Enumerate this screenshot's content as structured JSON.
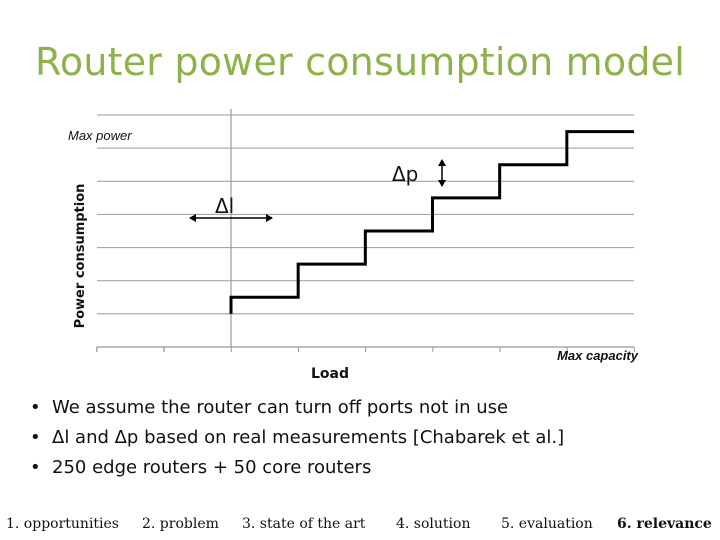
{
  "slide": {
    "title": "Router power consumption model"
  },
  "chart_data": {
    "type": "line",
    "title": "",
    "xlabel": "Load",
    "ylabel": "Power consumption",
    "y_max_label": "Max power",
    "x_max_label": "Max capacity",
    "grid": true,
    "step_series": {
      "steps": 6,
      "first_level": 1.5,
      "level_step": 1,
      "max_level": 6.5,
      "start_baseline": 1
    },
    "annotations": {
      "delta_l": "Δl",
      "delta_p": "Δp"
    }
  },
  "bullets": [
    "We assume the router can turn off ports not in use",
    "Δl and Δp based on real measurements [Chabarek et al.]",
    "250 edge routers + 50 core routers"
  ],
  "nav": [
    {
      "label": "1. opportunities",
      "active": false
    },
    {
      "label": "2. problem",
      "active": false
    },
    {
      "label": "3. state of the art",
      "active": false
    },
    {
      "label": "4. solution",
      "active": false
    },
    {
      "label": "5. evaluation",
      "active": false
    },
    {
      "label": "6. relevance",
      "active": true
    }
  ]
}
